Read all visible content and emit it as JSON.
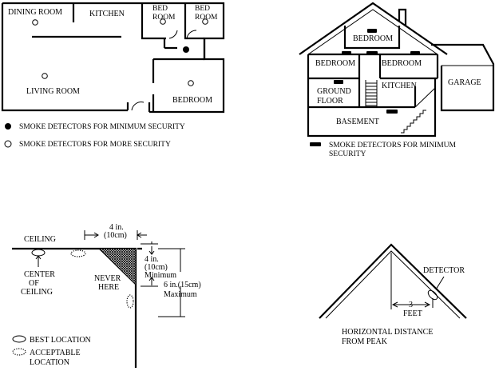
{
  "floor_plan": {
    "rooms": {
      "dining_room": "DINING ROOM",
      "kitchen": "KITCHEN",
      "bed_room_1": [
        "BED",
        "ROOM"
      ],
      "bed_room_2": [
        "BED",
        "ROOM"
      ],
      "living_room": "LIVING ROOM",
      "bedroom": "BEDROOM"
    },
    "legend": {
      "minimum": "SMOKE DETECTORS FOR MINIMUM SECURITY",
      "more": "SMOKE DETECTORS FOR MORE SECURITY"
    }
  },
  "house_section": {
    "rooms": {
      "bedroom_top": "BEDROOM",
      "bedroom_left": "BEDROOM",
      "bedroom_right": "BEDROOM",
      "ground_floor": [
        "GROUND",
        "FLOOR"
      ],
      "kitchen": "KITCHEN",
      "garage": "GARAGE",
      "basement": "BASEMENT"
    },
    "legend": {
      "minimum": [
        "SMOKE DETECTORS FOR MINIMUM",
        "SECURITY"
      ]
    }
  },
  "ceiling_diagram": {
    "ceiling": "CEILING",
    "center_of_ceiling": [
      "CENTER",
      "OF",
      "CEILING"
    ],
    "never_here": [
      "NEVER",
      "HERE"
    ],
    "dim_4in_top": [
      "4 in.",
      "(10cm)"
    ],
    "dim_4in_side": [
      "4 in.",
      "(10cm)",
      "Minimum"
    ],
    "dim_6in": [
      "6 in.(15cm)",
      "Maximum"
    ],
    "legend": {
      "best": "BEST LOCATION",
      "acceptable": [
        "ACCEPTABLE",
        "LOCATION"
      ]
    }
  },
  "peak_diagram": {
    "detector": "DETECTOR",
    "distance": [
      "3",
      "FEET"
    ],
    "caption": [
      "HORIZONTAL DISTANCE",
      "FROM PEAK"
    ]
  }
}
